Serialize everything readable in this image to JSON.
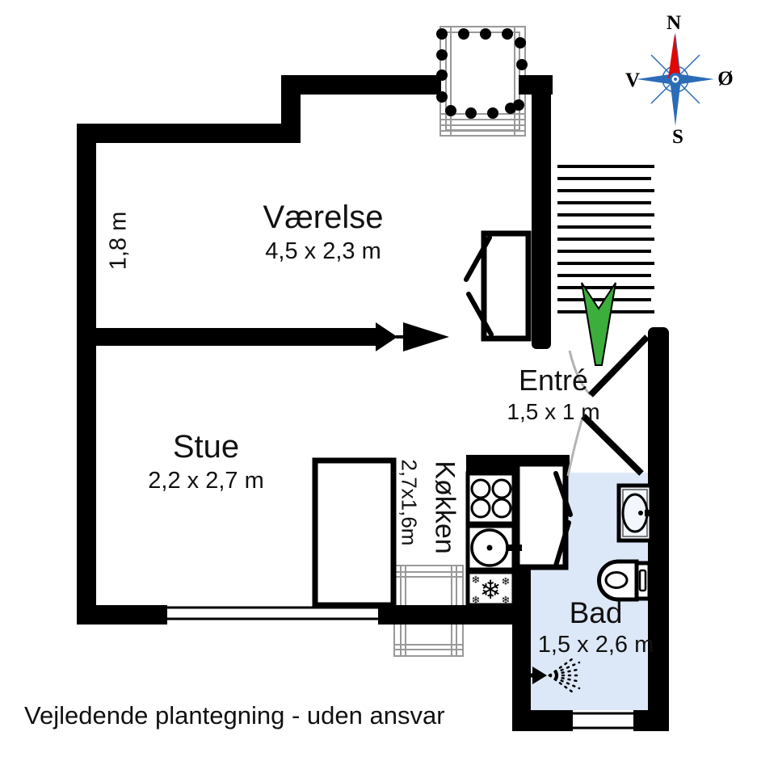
{
  "footer": {
    "disclaimer": "Vejledende plantegning - uden ansvar"
  },
  "rooms": {
    "vaerelse": {
      "name": "Værelse",
      "dims": "4,5 x 2,3 m"
    },
    "stue": {
      "name": "Stue",
      "dims": "2,2 x 2,7 m"
    },
    "koekken": {
      "name": "Køkken",
      "dims": "2,7x1,6m"
    },
    "entre": {
      "name": "Entré",
      "dims": "1,5 x 1 m"
    },
    "bad": {
      "name": "Bad",
      "dims": "1,5 x 2,6 m"
    }
  },
  "annotations": {
    "wall_length": "1,8 m"
  },
  "compass": {
    "north": "N",
    "south": "S",
    "east": "Ø",
    "west": "V"
  },
  "icons": {
    "snowflake": "❄"
  },
  "colors": {
    "wall": "#000000",
    "bath_floor": "#dce8f7",
    "entry_arrow_green": "#3cae3c",
    "structure_gray": "#999999",
    "door_swing_gray": "#b3b3b3",
    "compass_blue": "#2b6cb8",
    "compass_red": "#e10600"
  }
}
